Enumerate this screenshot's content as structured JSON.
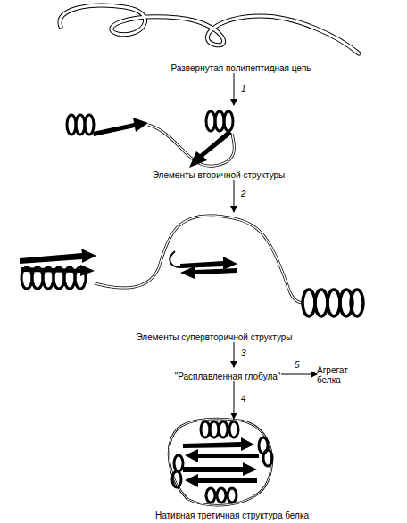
{
  "diagram": {
    "nodes": [
      {
        "text": [
          "Развернутая полипептидная цепь"
        ]
      },
      {
        "text": [
          "Элементы вторичной структуры"
        ]
      },
      {
        "text": [
          "Элементы супервторичной структуры"
        ]
      },
      {
        "text": [
          "\"Расплавленная глобула\""
        ]
      },
      {
        "text": [
          "Агрегат белка"
        ]
      },
      {
        "text": [
          "Нативная третичная структура белка"
        ]
      }
    ],
    "edges": [
      {
        "from": 0,
        "to": 1,
        "arrow": "to",
        "label": "1"
      },
      {
        "from": 1,
        "to": 2,
        "arrow": "to",
        "label": "2"
      },
      {
        "from": 2,
        "to": 3,
        "arrow": "to",
        "label": "3"
      },
      {
        "from": 3,
        "to": 4,
        "arrow": "to",
        "label": "5"
      },
      {
        "from": 3,
        "to": 5,
        "arrow": "to",
        "label": "4"
      }
    ]
  }
}
